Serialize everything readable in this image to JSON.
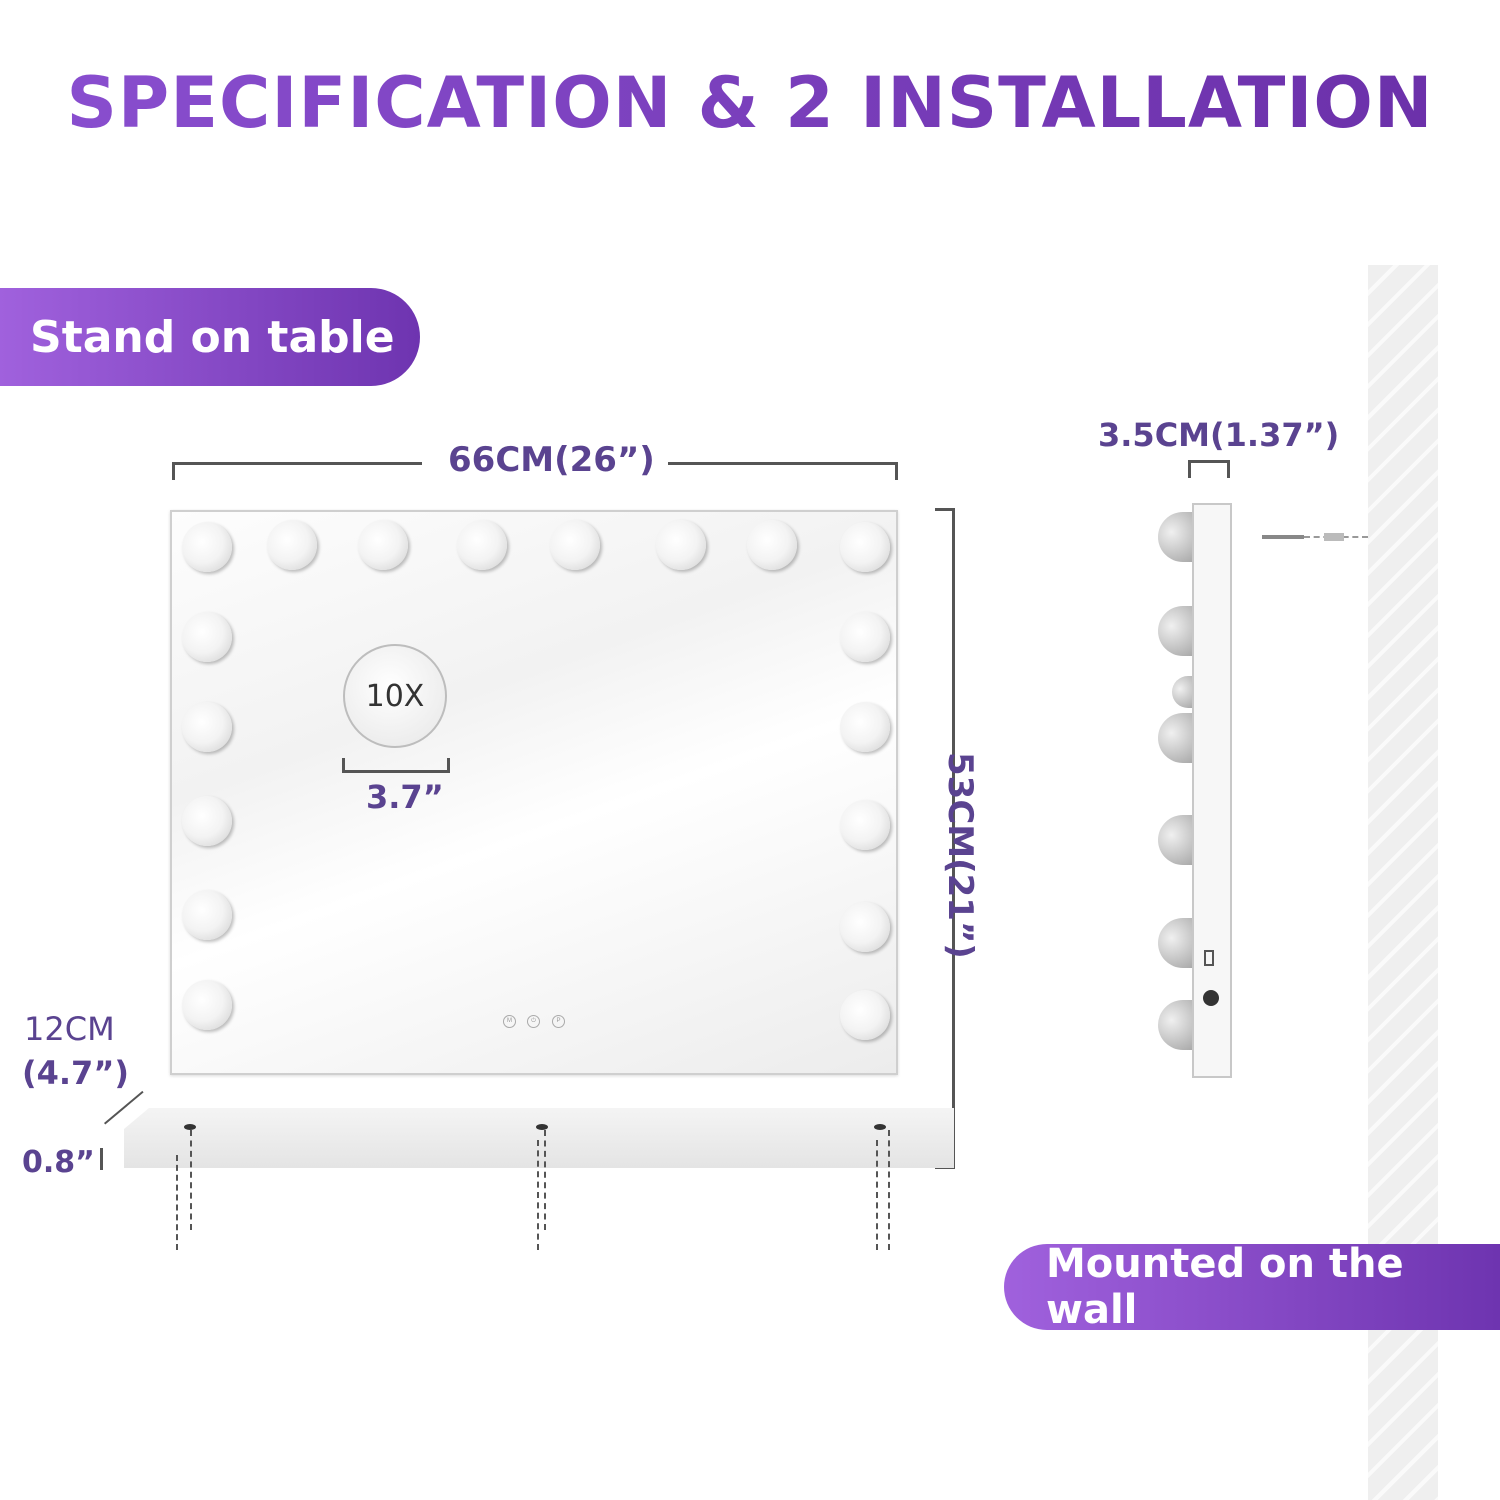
{
  "title": "SPECIFICATION & 2 INSTALLATION",
  "labels": {
    "stand": "Stand on table",
    "wall": "Mounted on the wall"
  },
  "dimensions": {
    "width": "66CM(26”)",
    "height": "53CM(21”)",
    "depth": "3.5CM(1.37”)",
    "magnifier_size": "3.7”",
    "base_depth_cm": "12CM",
    "base_depth_in": "(4.7”)",
    "base_thickness": "0.8”"
  },
  "mirror": {
    "magnifier_label": "10X",
    "touch_buttons": [
      "M",
      "⏻",
      "P"
    ]
  },
  "colors": {
    "accent_start": "#a061dd",
    "accent_end": "#6e34b0",
    "dimension_text": "#5a4390"
  }
}
